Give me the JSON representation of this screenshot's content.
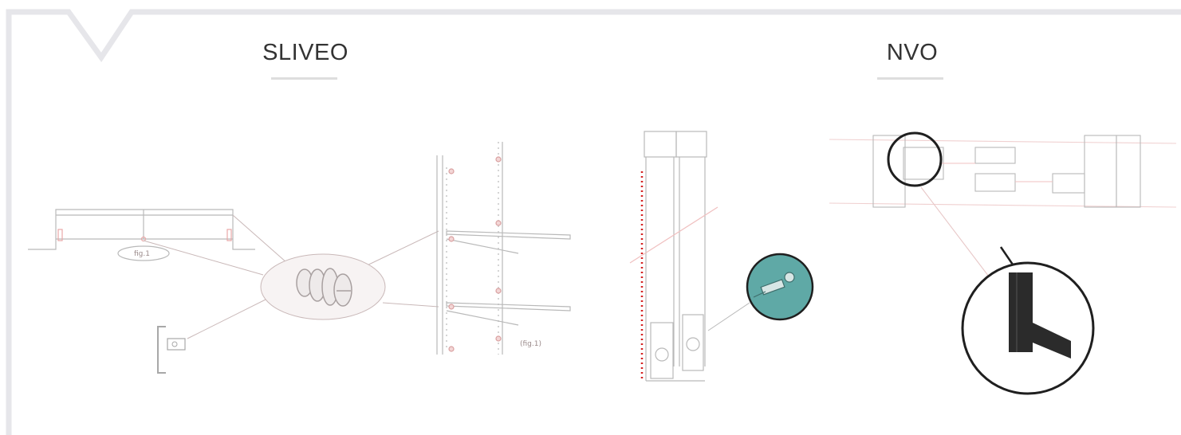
{
  "sections": [
    {
      "title": "SLIVEO"
    },
    {
      "title": "NVO"
    }
  ],
  "figure_labels": {
    "sliveo_plan": "fig.1",
    "sliveo_rails": "(fig.1)"
  },
  "colors": {
    "frame_border": "#e6e6ea",
    "title_text": "#333333",
    "underline": "#dedede",
    "drawing_line": "#b9b9b9",
    "accent_red": "#d42020",
    "accent_pink": "#e8a8a8",
    "teal_detail": "#5fa9a6",
    "dark_profile": "#2b2b2b"
  },
  "icons": [
    "bracket-notch",
    "magnifier-circle"
  ]
}
